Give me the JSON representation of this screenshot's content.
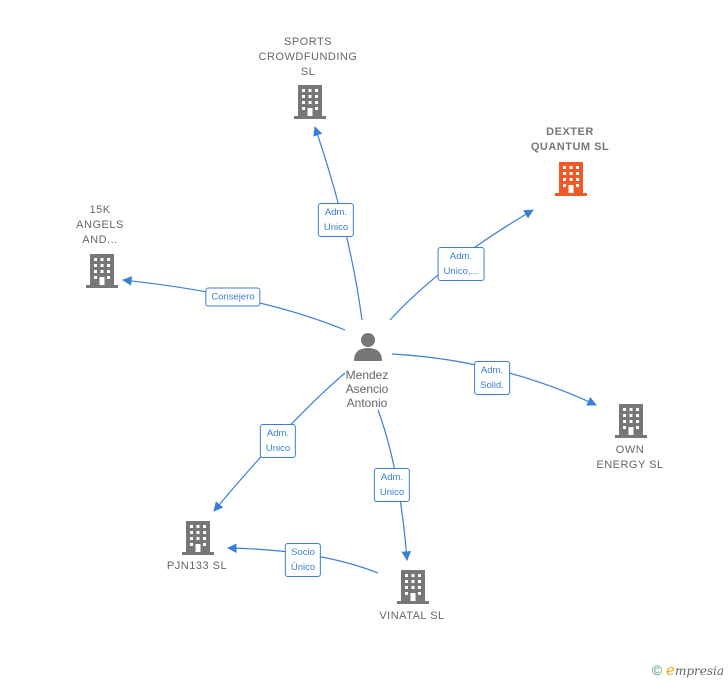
{
  "center": {
    "name_lines": [
      "Mendez",
      "Asencio",
      "Antonio"
    ],
    "icon": "person-icon"
  },
  "colors": {
    "edge": "#3a7fd5",
    "building": "#777777",
    "highlight": "#f05a28"
  },
  "nodes": [
    {
      "id": "sports",
      "lines": [
        "SPORTS",
        "CROWDFUNDING",
        "SL"
      ],
      "highlight": false,
      "icon": "building-icon"
    },
    {
      "id": "dexter",
      "lines": [
        "DEXTER",
        "QUANTUM  SL"
      ],
      "highlight": true,
      "icon": "building-icon"
    },
    {
      "id": "15k",
      "lines": [
        "15K",
        "ANGELS",
        "AND..."
      ],
      "highlight": false,
      "icon": "building-icon"
    },
    {
      "id": "own",
      "lines": [
        "OWN",
        "ENERGY  SL"
      ],
      "highlight": false,
      "icon": "building-icon"
    },
    {
      "id": "pjn",
      "lines": [
        "PJN133  SL"
      ],
      "highlight": false,
      "icon": "building-icon"
    },
    {
      "id": "vinatal",
      "lines": [
        "VINATAL SL"
      ],
      "highlight": false,
      "icon": "building-icon"
    }
  ],
  "edges": [
    {
      "to": "sports",
      "lines": [
        "Adm.",
        "Unico"
      ]
    },
    {
      "to": "dexter",
      "lines": [
        "Adm.",
        "Unico,..."
      ]
    },
    {
      "to": "15k",
      "lines": [
        "Consejero"
      ]
    },
    {
      "to": "own",
      "lines": [
        "Adm.",
        "Solid."
      ]
    },
    {
      "to": "pjn",
      "lines": [
        "Adm.",
        "Unico"
      ]
    },
    {
      "to": "vinatal",
      "lines": [
        "Adm.",
        "Unico"
      ]
    },
    {
      "to": "pjn",
      "lines": [
        "Socio",
        "Único"
      ]
    }
  ],
  "footer": {
    "copyright_symbol": "©",
    "brand_initial": "e",
    "brand_rest": "mpresia"
  }
}
